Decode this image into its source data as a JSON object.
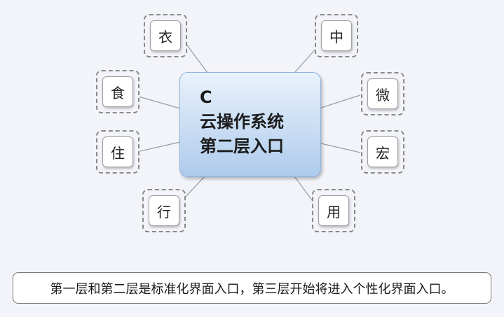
{
  "center": {
    "lines": [
      "C",
      "云操作系统",
      "第二层入口"
    ]
  },
  "leaves": {
    "clothing": "衣",
    "food": "食",
    "housing": "住",
    "travel": "行",
    "zhong": "中",
    "wei": "微",
    "hong": "宏",
    "yong": "用"
  },
  "caption": "第一层和第二层是标准化界面入口，第三层开始将进入个性化界面入口。",
  "colors": {
    "background": "#f2f4f9",
    "center_fill_top": "#e9f2fc",
    "center_fill_bottom": "#aecbec",
    "connector": "#9aa0a8",
    "dashed_border": "#8a8a8a"
  }
}
